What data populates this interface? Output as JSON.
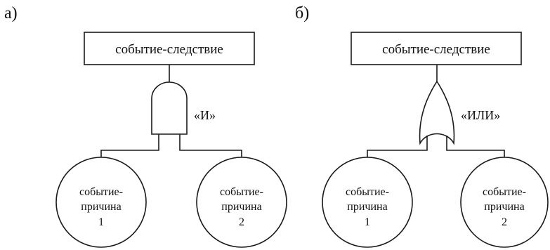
{
  "diagrams": [
    {
      "panel_label": "а)",
      "effect": "событие-следствие",
      "gate_label": "«И»",
      "gate_type": "AND",
      "causes": [
        {
          "line1": "событие-",
          "line2": "причина",
          "line3": "1"
        },
        {
          "line1": "событие-",
          "line2": "причина",
          "line3": "2"
        }
      ]
    },
    {
      "panel_label": "б)",
      "effect": "событие-следствие",
      "gate_label": "«ИЛИ»",
      "gate_type": "OR",
      "causes": [
        {
          "line1": "событие-",
          "line2": "причина",
          "line3": "1"
        },
        {
          "line1": "событие-",
          "line2": "причина",
          "line3": "2"
        }
      ]
    }
  ]
}
